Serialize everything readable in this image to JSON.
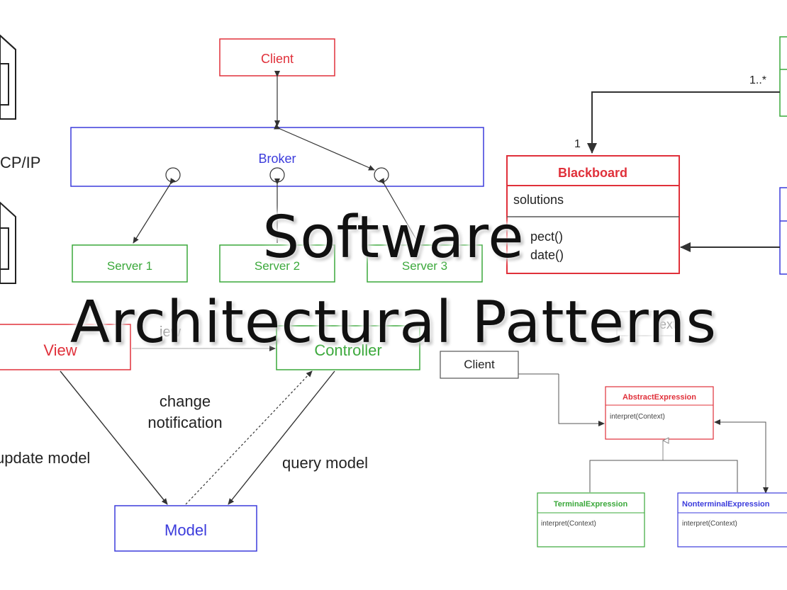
{
  "title": {
    "line1": "Software",
    "line2": "Architectural Patterns"
  },
  "colors": {
    "red": "#e0303a",
    "blue": "#3b3bdc",
    "green": "#3aa83a",
    "gray": "#555555"
  },
  "network": {
    "protocol_label": "CP/IP"
  },
  "broker": {
    "client": "Client",
    "broker": "Broker",
    "servers": [
      "Server 1",
      "Server 2",
      "Server 3"
    ]
  },
  "blackboard": {
    "multiplicity_top": "1..*",
    "multiplicity_bottom": "1",
    "class_name": "Blackboard",
    "attribute": "solutions",
    "methods": [
      "pect()",
      "date()"
    ]
  },
  "mvc": {
    "view": "View",
    "controller": "Controller",
    "model": "Model",
    "fragment_top": "iew",
    "fragment_right": "ext",
    "change_notification_1": "change",
    "change_notification_2": "notification",
    "update_model": "update model",
    "query_model": "query model"
  },
  "interpreter": {
    "client": "Client",
    "abstract": "AbstractExpression",
    "abstract_method": "interpret(Context)",
    "terminal": "TerminalExpression",
    "terminal_method": "interpret(Context)",
    "nonterminal": "NonterminalExpression",
    "nonterminal_method": "interpret(Context)"
  }
}
